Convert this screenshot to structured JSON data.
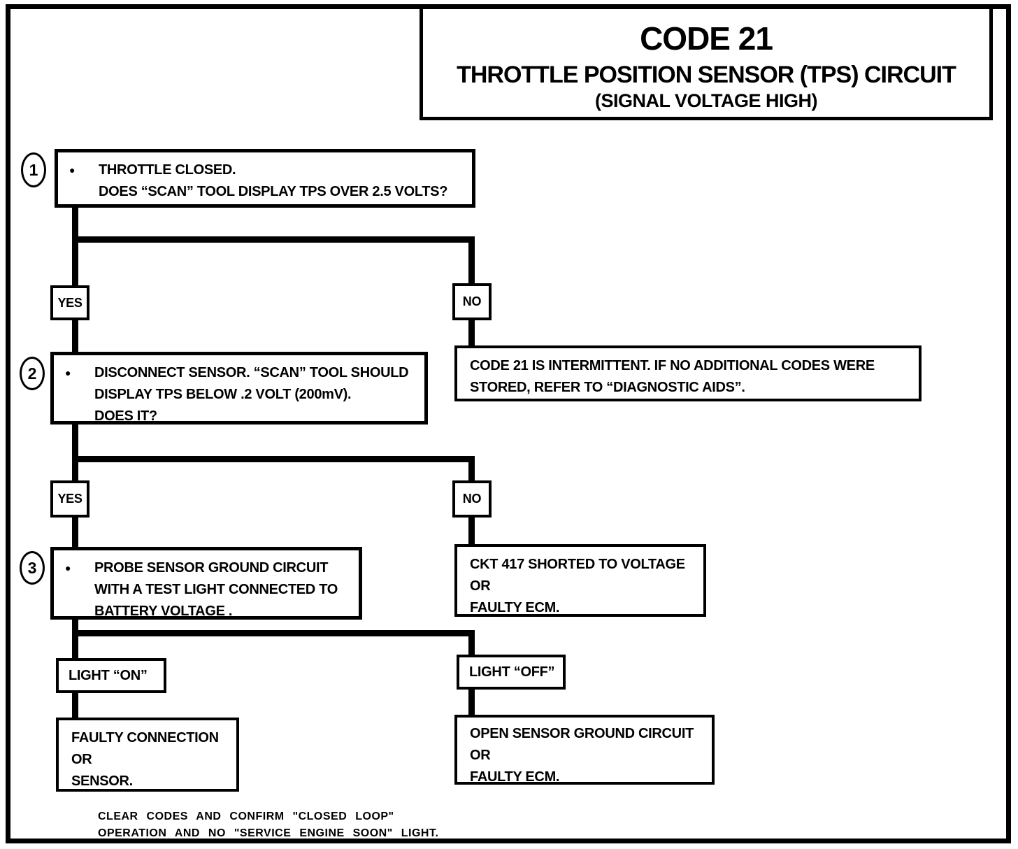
{
  "title": {
    "code": "CODE 21",
    "subtitle": "THROTTLE POSITION SENSOR (TPS) CIRCUIT",
    "subtitle2": "(SIGNAL VOLTAGE HIGH)"
  },
  "flow": {
    "step1": {
      "number": "1",
      "bullet": "●",
      "line1": "THROTTLE CLOSED.",
      "line2": "DOES “SCAN” TOOL DISPLAY TPS OVER 2.5 VOLTS?"
    },
    "branch1": {
      "yes": "YES",
      "no": "NO"
    },
    "step2": {
      "number": "2",
      "bullet": "●",
      "line1": "DISCONNECT SENSOR. “SCAN” TOOL SHOULD",
      "line2": "DISPLAY TPS BELOW .2 VOLT (200mV).",
      "line3": "DOES IT?"
    },
    "intermittent": {
      "line1": "CODE 21 IS INTERMITTENT. IF NO ADDITIONAL CODES WERE",
      "line2": "STORED, REFER TO “DIAGNOSTIC AIDS”."
    },
    "branch2": {
      "yes": "YES",
      "no": "NO"
    },
    "step3": {
      "number": "3",
      "bullet": "●",
      "line1": "PROBE SENSOR GROUND CIRCUIT",
      "line2": "WITH A TEST LIGHT CONNECTED TO",
      "line3": "BATTERY VOLTAGE ."
    },
    "ckt_fault": {
      "line1": "CKT 417 SHORTED TO VOLTAGE",
      "line2": "OR",
      "line3": "FAULTY ECM."
    },
    "branch3": {
      "on": "LIGHT “ON”",
      "off": "LIGHT “OFF”"
    },
    "faulty_connection": {
      "line1": "FAULTY CONNECTION",
      "line2": "OR",
      "line3": "SENSOR."
    },
    "open_ground": {
      "line1": "OPEN SENSOR GROUND CIRCUIT",
      "line2": "OR",
      "line3": "FAULTY ECM."
    }
  },
  "footnote": {
    "line1": "CLEAR CODES AND CONFIRM \"CLOSED LOOP\"",
    "line2": "OPERATION AND NO \"SERVICE ENGINE SOON\" LIGHT."
  },
  "colors": {
    "ink": "#000000",
    "paper": "#ffffff"
  }
}
